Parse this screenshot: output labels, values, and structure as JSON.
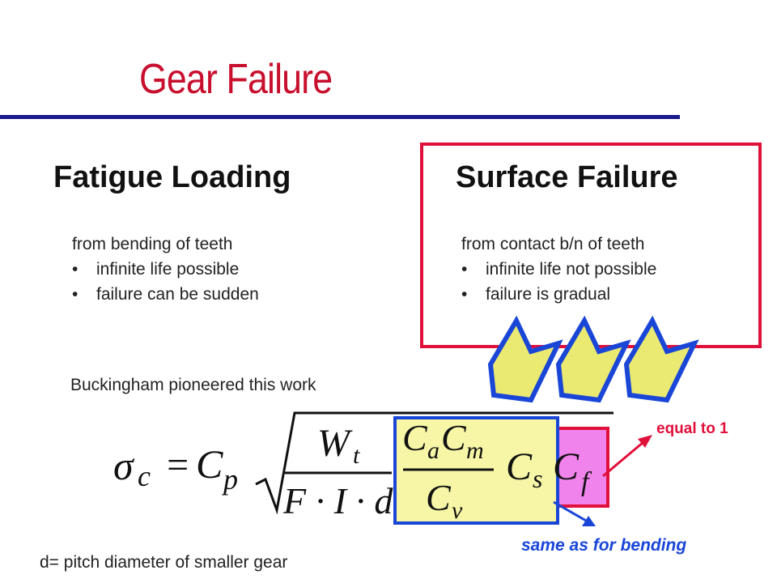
{
  "slide": {
    "title": "Gear Failure",
    "fatigue": {
      "heading": "Fatigue Loading",
      "intro": "from bending of teeth",
      "bullets": [
        "infinite life possible",
        "failure can be sudden"
      ]
    },
    "surface": {
      "heading": "Surface Failure",
      "intro": "from contact b/n of teeth",
      "bullets": [
        "infinite life not possible",
        "failure is gradual"
      ]
    },
    "note_buckingham": "Buckingham pioneered this work",
    "formula": {
      "sigma": "σ",
      "sub_c": "c",
      "equals": "=",
      "cp": "C",
      "sub_p": "p",
      "num_w": "W",
      "sub_t": "t",
      "den_fid": "F · I · d",
      "ca": "C",
      "sub_a": "a",
      "cm": "C",
      "sub_m": "m",
      "cv": "C",
      "sub_v": "v",
      "cs": "C",
      "sub_s": "s",
      "cf": "C",
      "sub_f": "f"
    },
    "callout_equal": "equal to 1",
    "callout_same": "same as for bending",
    "note_d": "d= pitch diameter of smaller gear"
  },
  "colors": {
    "title": "#c8102e",
    "rule": "#1a1a8c",
    "red_border": "#e0103a",
    "blue_border": "#1a46d8",
    "yellow_fill": "#f6f6a6",
    "pink_fill": "#f083ec",
    "arrow_fill": "#eaea72"
  }
}
